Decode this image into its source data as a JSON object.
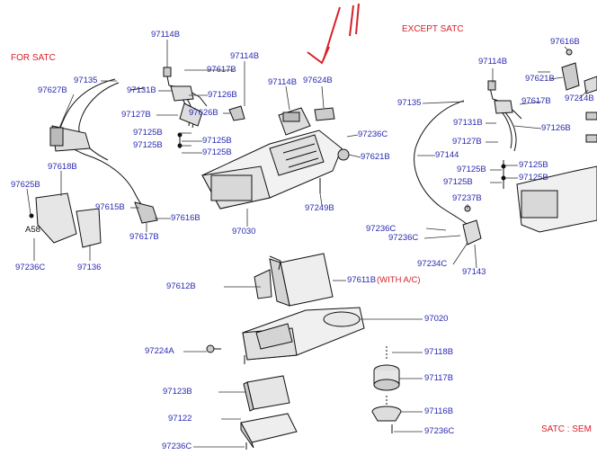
{
  "headings": {
    "for_satc": "FOR SATC",
    "except_satc": "EXCEPT SATC",
    "satc_sem": "SATC : SEM"
  },
  "annotation": {
    "exclaim": "!!"
  },
  "parts": {
    "p97114B_a": "97114B",
    "p97114B_b": "97114B",
    "p97114B_c": "97114B",
    "p97114B_d": "97114B",
    "p97617B_a": "97617B",
    "p97135_a": "97135",
    "p97627B": "97627B",
    "p97131B_a": "97131B",
    "p97126B_a": "97126B",
    "p97624B": "97624B",
    "p97127B_a": "97127B",
    "p97626B": "97626B",
    "p97125B_1": "97125B",
    "p97125B_2": "97125B",
    "p97125B_3": "97125B",
    "p97125B_4": "97125B",
    "p97236C_a": "97236C",
    "p97621B_a": "97621B",
    "p97618B": "97618B",
    "p97625B": "97625B",
    "p97615B": "97615B",
    "p97616B_a": "97616B",
    "p97617B_b": "97617B",
    "p97249B": "97249B",
    "p97030": "97030",
    "pA58": "A58",
    "p97236C_b": "97236C",
    "p97136": "97136",
    "p97612B": "97612B",
    "p97611B": "97611B",
    "with_ac": "(WITH A/C)",
    "p97020": "97020",
    "p97224A": "97224A",
    "p97118B": "97118B",
    "p97117B": "97117B",
    "p97123B": "97123B",
    "p97122": "97122",
    "p97116B": "97116B",
    "p97236C_c": "97236C",
    "p97236C_d": "97236C",
    "p97616B_b": "97616B",
    "p97621B_b": "97621B",
    "p97214B": "97214B",
    "p97617B_c": "97617B",
    "p97135_b": "97135",
    "p97131B_b": "97131B",
    "p97126B_b": "97126B",
    "p97127B_b": "97127B",
    "p97144": "97144",
    "p97125B_5": "97125B",
    "p97125B_6": "97125B",
    "p97125B_7": "97125B",
    "p97125B_8": "97125B",
    "p97237B": "97237B",
    "p97236C_e": "97236C",
    "p97236C_f": "97236C",
    "p97234C": "97234C",
    "p97143": "97143"
  }
}
